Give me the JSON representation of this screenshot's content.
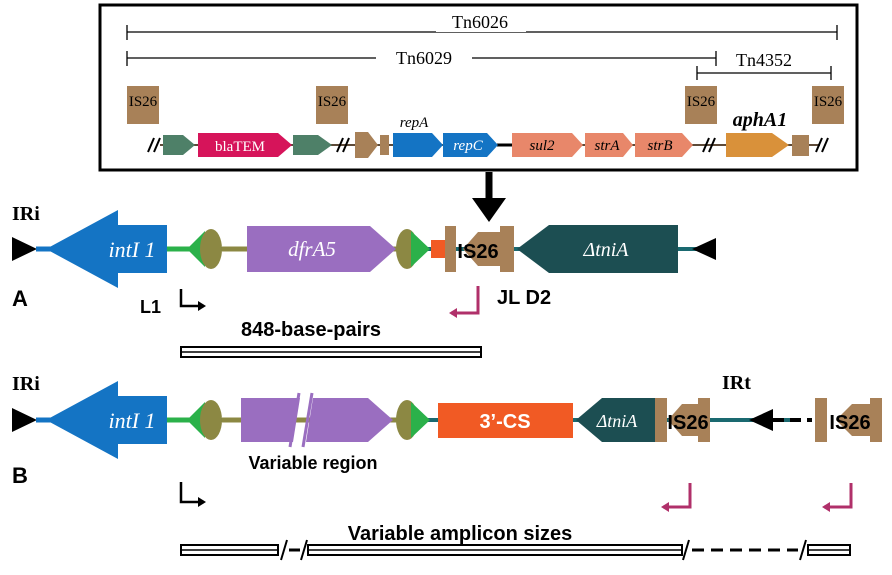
{
  "colors": {
    "is_box": "#a88158",
    "blue": "#1474c4",
    "green": "#2bb14a",
    "olive": "#8c8843",
    "purple": "#9a6ec0",
    "teal_dark": "#1c4e52",
    "teal_line": "#1a6970",
    "orange_red": "#f15a24",
    "crimson": "#d6145a",
    "gray_green": "#4e8068",
    "salmon": "#e8876a",
    "tan_orange": "#d9913a",
    "primer_red": "#b0306a"
  },
  "inset": {
    "tn6026": "Tn6026",
    "tn6029": "Tn6029",
    "tn4352": "Tn4352",
    "is_labels": [
      "IS26",
      "IS26",
      "IS26",
      "IS26"
    ],
    "genes": {
      "blaTEM": "blaTEM",
      "repA": "repA",
      "repC": "repC",
      "sul2": "sul2",
      "strA": "strA",
      "strB": "strB",
      "aphA1": "aphA1"
    }
  },
  "panel_a": {
    "letter": "A",
    "iri": "IRi",
    "intI1": "intI 1",
    "dfrA5": "dfrA5",
    "is26": "IS26",
    "tniA": "ΔtniA",
    "l1": "L1",
    "jld2": "JL D2",
    "amplicon": "848-base-pairs"
  },
  "panel_b": {
    "letter": "B",
    "iri": "IRi",
    "intI1": "intI 1",
    "variable_region": "Variable region",
    "cs3": "3’-CS",
    "tniA": "ΔtniA",
    "is26_left": "IS26",
    "is26_right": "IS26",
    "irt": "IRt",
    "amplicon": "Variable amplicon sizes"
  }
}
